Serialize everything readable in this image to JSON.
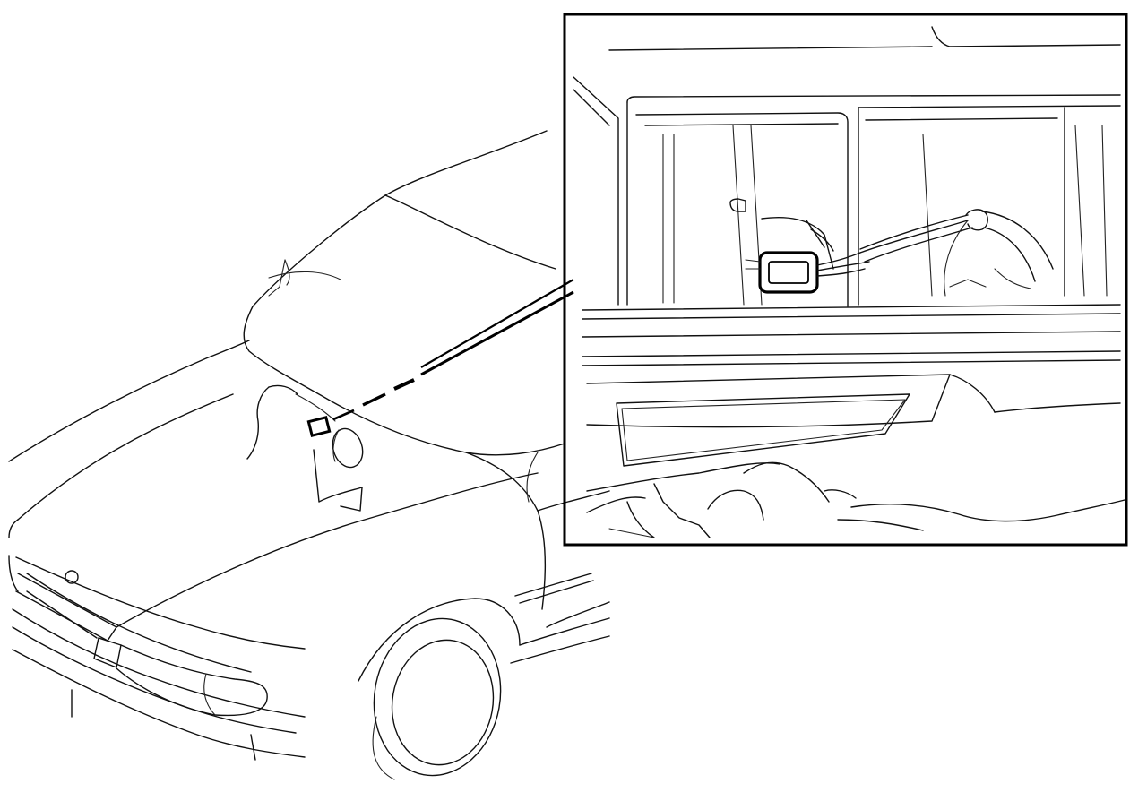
{
  "figure": {
    "type": "technical-line-drawing",
    "subject": "car",
    "views": [
      "overview",
      "detail-inset"
    ]
  },
  "colors": {
    "line": "#111111",
    "background": "#ffffff"
  }
}
